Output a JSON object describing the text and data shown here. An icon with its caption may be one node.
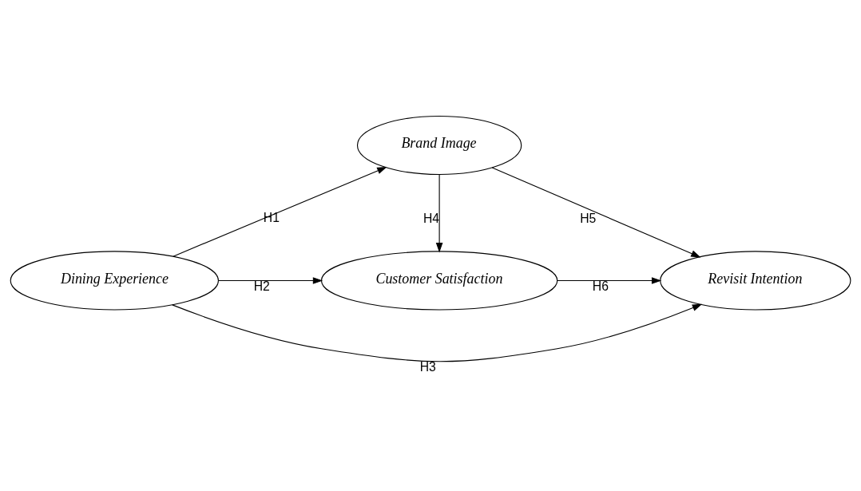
{
  "diagram": {
    "nodes": [
      {
        "text": [
          "Dining Experience"
        ]
      },
      {
        "text": [
          "Brand Image"
        ]
      },
      {
        "text": [
          "Revisit Intention"
        ]
      },
      {
        "text": [
          "Customer Satisfaction"
        ]
      }
    ],
    "edges": [
      {
        "from": 0,
        "to": 1,
        "arrow": "to",
        "label": "H1"
      },
      {
        "from": 0,
        "to": 3,
        "arrow": "to",
        "label": "H2"
      },
      {
        "from": 0,
        "to": 2,
        "arrow": "to",
        "label": "H3"
      },
      {
        "from": 1,
        "to": 3,
        "arrow": "to",
        "label": "H4"
      },
      {
        "from": 1,
        "to": 2,
        "arrow": "to",
        "label": "H5"
      },
      {
        "from": 3,
        "to": 2,
        "arrow": "to",
        "label": "H6"
      }
    ]
  }
}
